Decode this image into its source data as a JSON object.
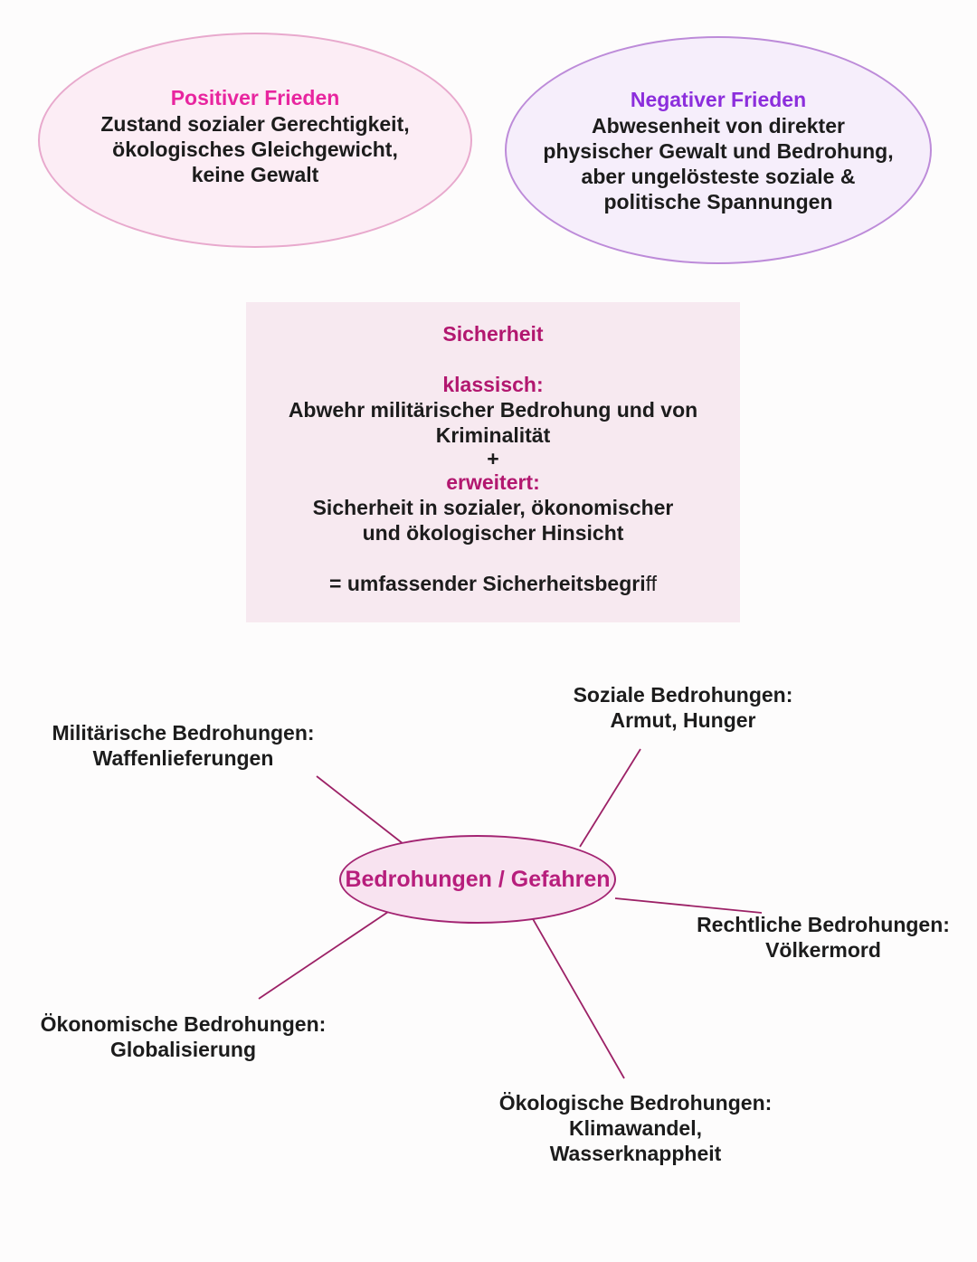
{
  "colors": {
    "page_bg": "#fdfcfc",
    "positive_fill": "#fcedf5",
    "positive_border": "#e8a9cd",
    "positive_title": "#e8259f",
    "negative_fill": "#f6eefb",
    "negative_border": "#bd8bd9",
    "negative_title": "#8c2edc",
    "security_fill": "#f7e9f0",
    "magenta_heading": "#b2176f",
    "center_fill": "#f8e3f0",
    "center_border": "#a32472",
    "center_text": "#b71e7c",
    "spoke_line": "#9c2166",
    "body_text": "#1c1c1c"
  },
  "positive_peace": {
    "title": "Positiver Frieden",
    "lines": [
      "Zustand sozialer Gerechtigkeit,",
      "ökologisches Gleichgewicht,",
      "keine Gewalt"
    ]
  },
  "negative_peace": {
    "title": "Negativer Frieden",
    "lines": [
      "Abwesenheit von direkter",
      "physischer Gewalt und Bedrohung,",
      "aber ungelösteste soziale &",
      "politische Spannungen"
    ]
  },
  "security_box": {
    "title": "Sicherheit",
    "classic_label": "klassisch:",
    "classic_lines": [
      "Abwehr militärischer Bedrohung und von",
      "Kriminalität"
    ],
    "plus": "+",
    "extended_label": "erweitert:",
    "extended_lines": [
      "Sicherheit in sozialer, ökonomischer",
      "und ökologischer Hinsicht"
    ],
    "summary_bold": "= umfassender Sicherheitsbegri",
    "summary_light": "ff"
  },
  "mindmap": {
    "center_label": "Bedrohungen / Gefahren",
    "nodes": {
      "military": {
        "lines": [
          "Militärische Bedrohungen:",
          "Waffenlieferungen"
        ]
      },
      "social": {
        "lines": [
          "Soziale Bedrohungen:",
          "Armut, Hunger"
        ]
      },
      "legal": {
        "lines": [
          "Rechtliche Bedrohungen:",
          "Völkermord"
        ]
      },
      "economic": {
        "lines": [
          "Ökonomische Bedrohungen:",
          "Globalisierung"
        ]
      },
      "ecological": {
        "lines": [
          "Ökologische Bedrohungen:",
          "Klimawandel,",
          "Wasserknappheit"
        ]
      }
    }
  }
}
